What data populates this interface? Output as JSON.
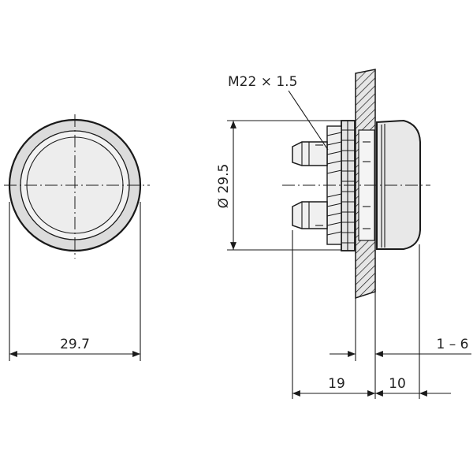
{
  "labels": {
    "front_width": "29.7",
    "thread": "M22 × 1.5",
    "diameter": "Ø 29.5",
    "panel_range": "1 – 6",
    "depth_rear": "19",
    "depth_front": "10"
  },
  "colors": {
    "line": "#1a1a1a",
    "fill_light": "#efefef",
    "fill_grey": "#d4d4d4"
  }
}
